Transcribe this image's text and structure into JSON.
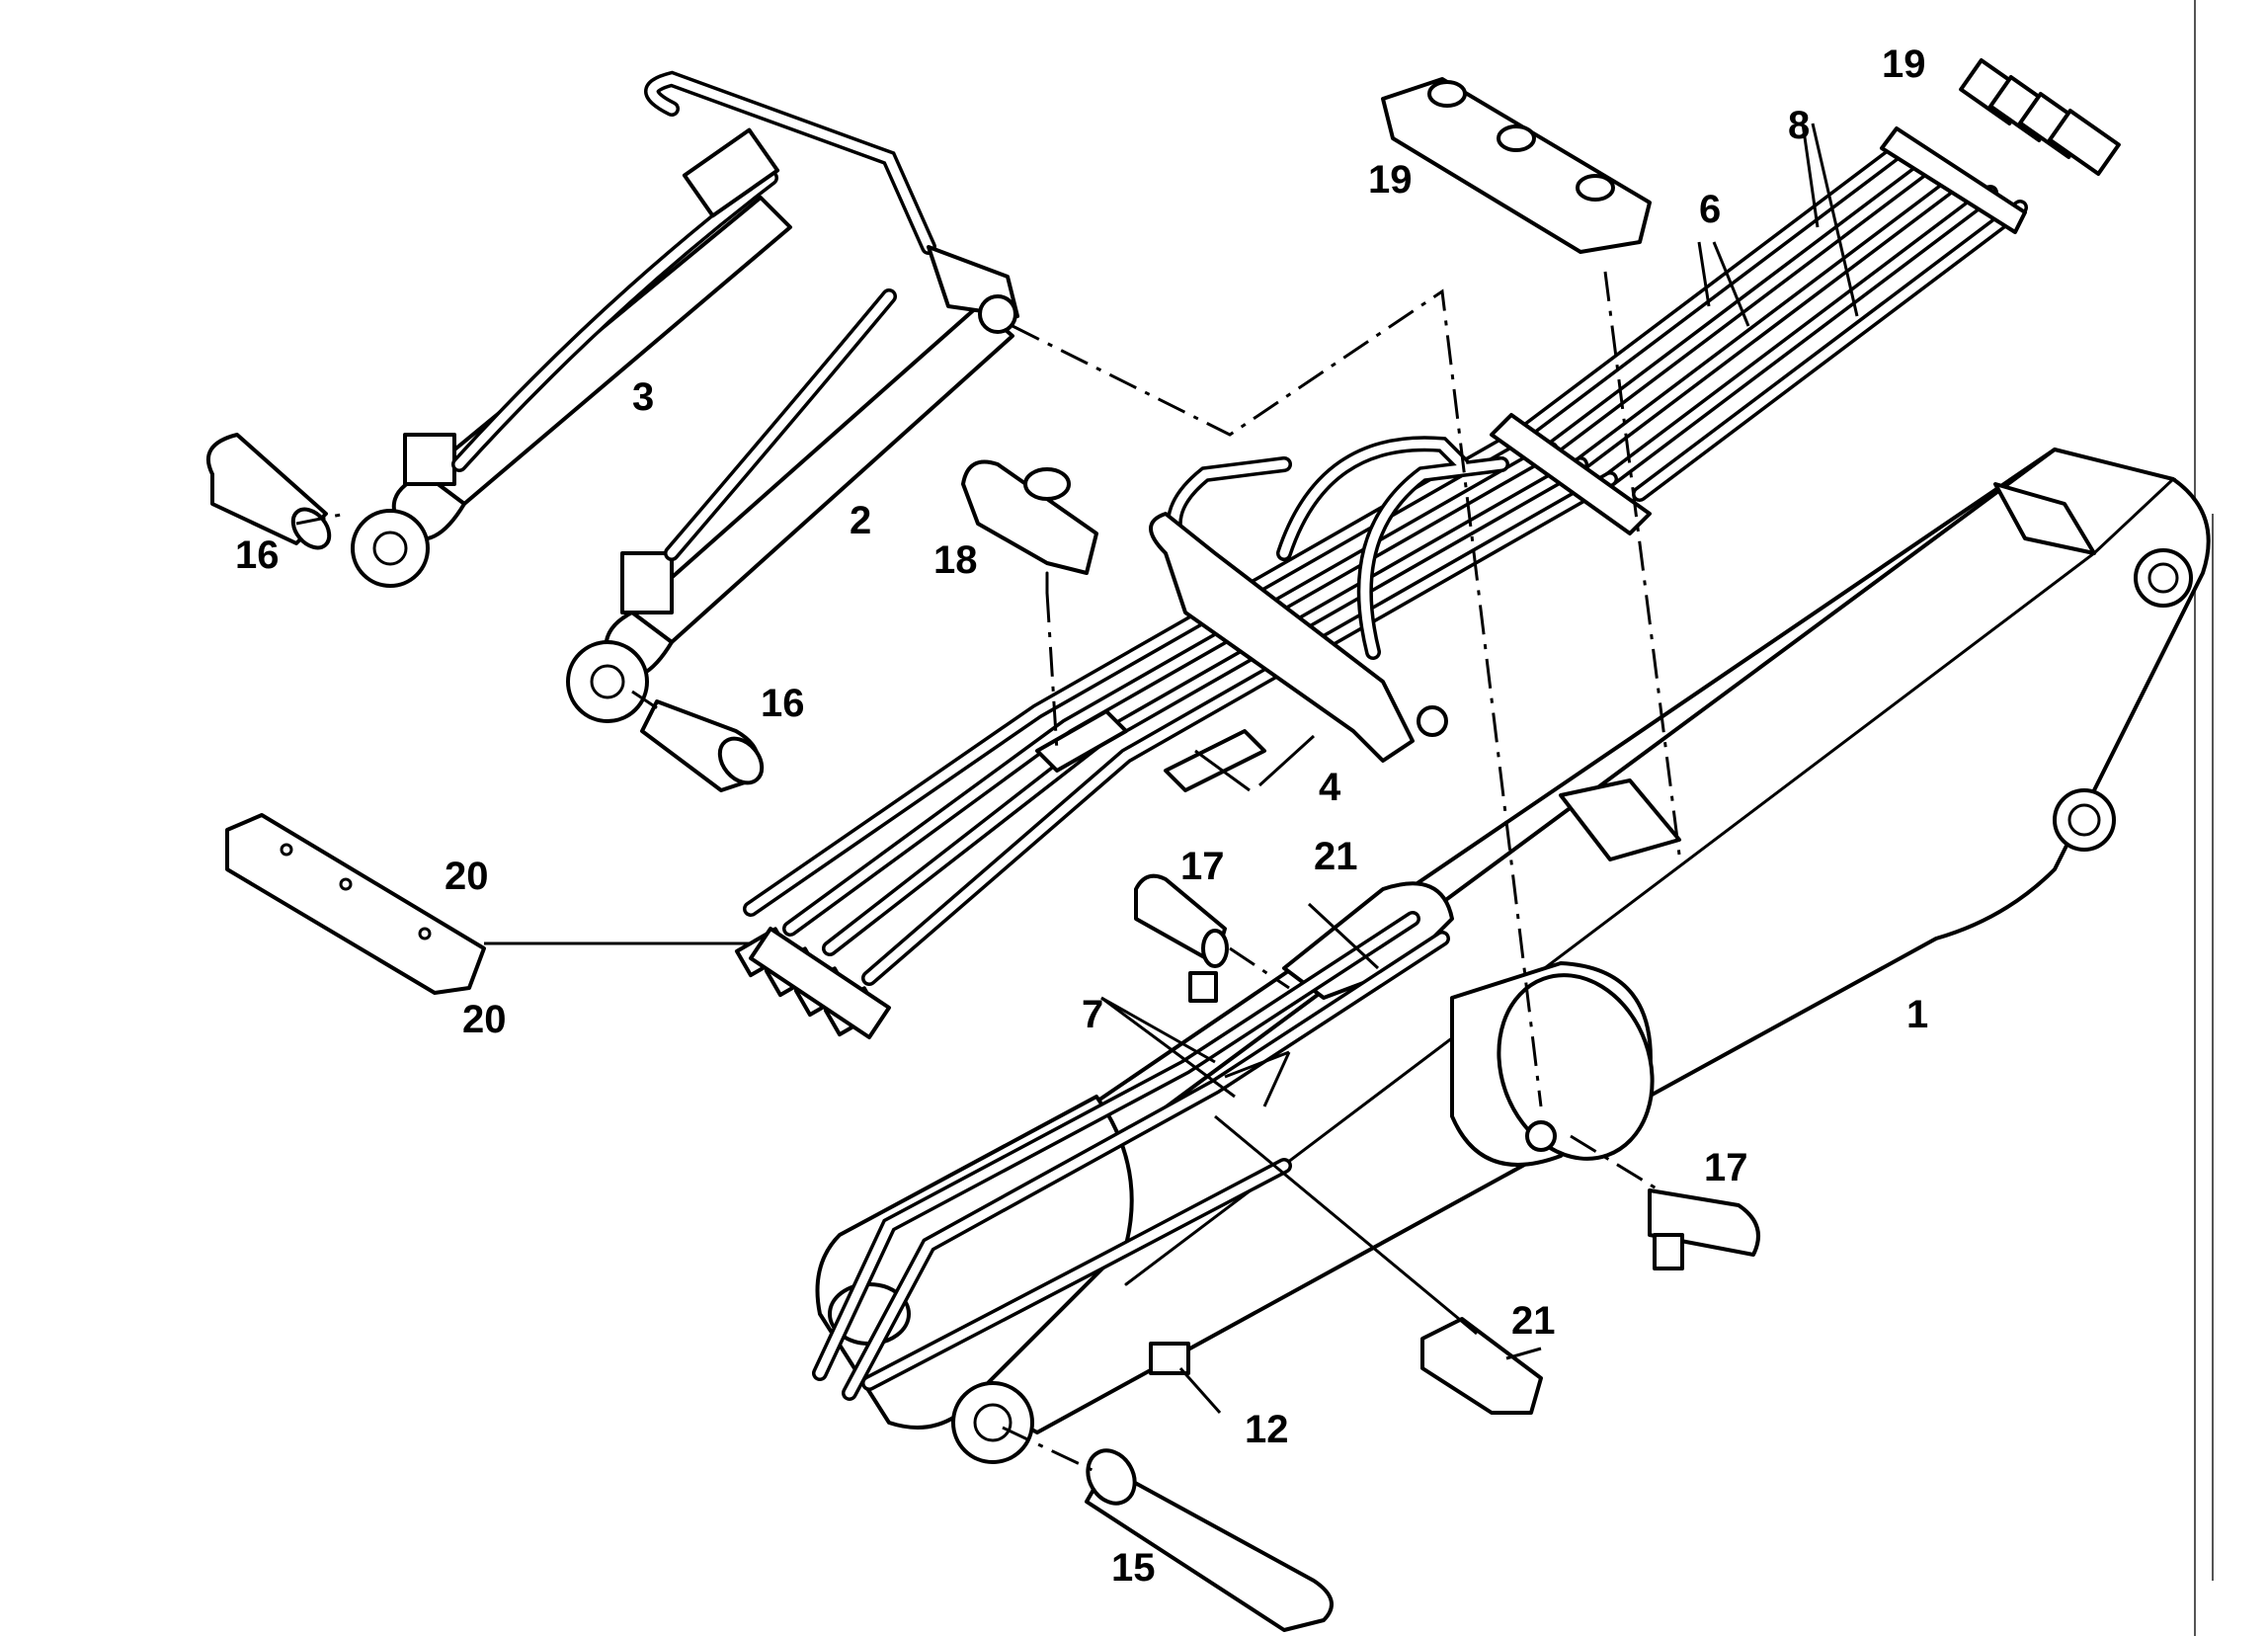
{
  "diagram": {
    "type": "exploded-parts-view",
    "colors": {
      "line": "#000000",
      "background": "#ffffff"
    }
  },
  "callouts": {
    "c1": "1",
    "c2": "2",
    "c3": "3",
    "c4": "4",
    "c6": "6",
    "c7": "7",
    "c8": "8",
    "c12": "12",
    "c15": "15",
    "c16a": "16",
    "c16b": "16",
    "c17a": "17",
    "c17b": "17",
    "c18": "18",
    "c19a": "19",
    "c19b": "19",
    "c20a": "20",
    "c20b": "20",
    "c21a": "21",
    "c21b": "21"
  }
}
